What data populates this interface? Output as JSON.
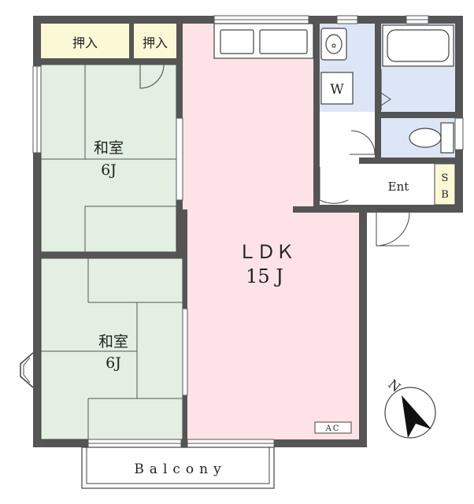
{
  "rooms": {
    "closet1": "押入",
    "closet2": "押入",
    "washitsu_top": {
      "name": "和室",
      "size": "6J"
    },
    "washitsu_bottom": {
      "name": "和室",
      "size": "6J"
    },
    "ldk": {
      "name": "ＬＤＫ",
      "size": "15 J"
    },
    "washer": "W",
    "entrance": "Ent",
    "shoe_box": "SB",
    "aircon": "AC",
    "balcony": "Balcony"
  },
  "compass": {
    "letter": "N"
  },
  "colors": {
    "wall": "#555555",
    "ldk_floor": "#fde3e8",
    "tatami": "#e2efe2",
    "closet": "#fbf8d6",
    "wet_area": "#dde6f6",
    "outline": "#333333"
  }
}
